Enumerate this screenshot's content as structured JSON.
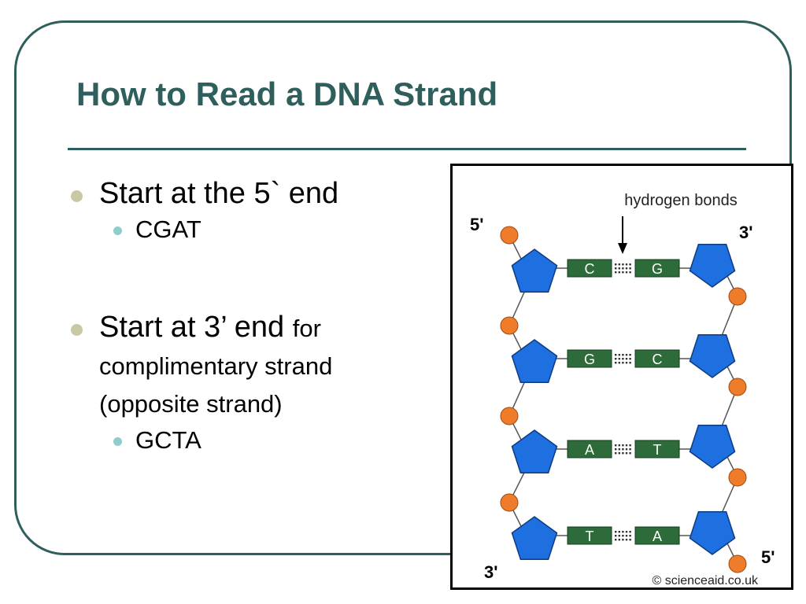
{
  "slide": {
    "title": "How to Read a DNA Strand",
    "bullets": [
      {
        "text": "Start at the 5` end",
        "sub": "CGAT"
      },
      {
        "text": "Start at 3’ end",
        "text_small": "for",
        "text_rest": "complimentary strand (opposite strand)",
        "sub": "GCTA"
      }
    ]
  },
  "figure": {
    "label_hbonds": "hydrogen bonds",
    "left_top_end": "5'",
    "right_top_end": "3'",
    "left_bottom_end": "3'",
    "right_bottom_end": "5'",
    "pairs": [
      {
        "left": "C",
        "right": "G"
      },
      {
        "left": "G",
        "right": "C"
      },
      {
        "left": "A",
        "right": "T"
      },
      {
        "left": "T",
        "right": "A"
      }
    ],
    "credit": "© scienceaid.co.uk"
  },
  "colors": {
    "theme": "#2f5f5c",
    "sugar": "#1e6fe0",
    "phosphate": "#ee7c2b",
    "base": "#2e6b3a"
  }
}
